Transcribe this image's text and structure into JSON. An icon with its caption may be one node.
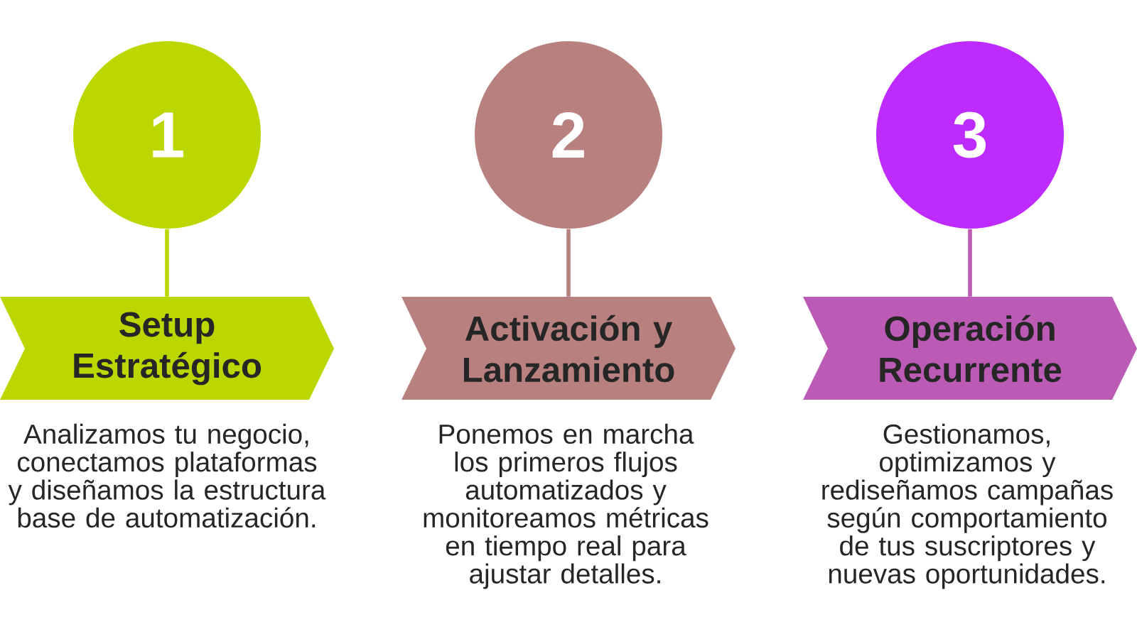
{
  "diagram": {
    "nodes": [
      {
        "text": [
          "1"
        ]
      },
      {
        "text": [
          "Setup Estratégico"
        ],
        "beside": [
          "Analizamos tu negocio, conectamos plataformas y diseñamos la estructura base de automatización."
        ]
      },
      {
        "text": [
          "2"
        ]
      },
      {
        "text": [
          "Activación y Lanzamiento"
        ],
        "beside": [
          "Ponemos en marcha los primeros flujos automatizados y monitoreamos métricas en tiempo real para ajustar detalles."
        ]
      },
      {
        "text": [
          "3"
        ]
      },
      {
        "text": [
          "Operación Recurrente"
        ],
        "beside": [
          "Gestionamos, optimizamos y rediseñamos campañas según comportamiento de tus suscriptores y nuevas oportunidades."
        ]
      }
    ],
    "edges": [
      {
        "from": 0,
        "to": 1,
        "arrow": "none",
        "color": "#bcd700"
      },
      {
        "from": 2,
        "to": 3,
        "arrow": "none",
        "color": "#b98080"
      },
      {
        "from": 4,
        "to": 5,
        "arrow": "none",
        "color": "#bb5bb5"
      }
    ]
  }
}
